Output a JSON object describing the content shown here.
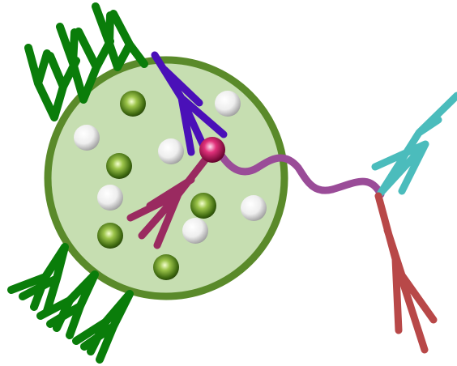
{
  "diagram": {
    "colors": {
      "background": "#ffffff",
      "cell_fill": "#c6deb1",
      "cell_outline": "#5a8a2a",
      "antibody_green": "#0a7d0a",
      "antibody_blue": "#4a10b8",
      "antibody_magenta": "#9a2a60",
      "antibody_teal": "#4bbcbc",
      "antibody_red": "#b84848",
      "linker_purple": "#9a4c98",
      "conjugate_bead": "#c0205a",
      "white_bead": "#f2f2f2",
      "green_bead": "#5a8a1a"
    },
    "components": [
      {
        "id": "cell",
        "shape": "circle",
        "color": "cell_fill"
      },
      {
        "id": "surface-antibodies",
        "shape": "y-antibody",
        "count": 6,
        "color": "antibody_green"
      },
      {
        "id": "inner-antibody-blue",
        "shape": "y-antibody",
        "count": 1,
        "color": "antibody_blue"
      },
      {
        "id": "inner-antibody-magenta",
        "shape": "y-antibody",
        "count": 1,
        "color": "antibody_magenta"
      },
      {
        "id": "white-beads",
        "shape": "sphere",
        "count": 6,
        "color": "white_bead"
      },
      {
        "id": "green-beads",
        "shape": "sphere",
        "count": 5,
        "color": "green_bead"
      },
      {
        "id": "conjugate-bead",
        "shape": "sphere",
        "count": 1,
        "color": "conjugate_bead"
      },
      {
        "id": "linker",
        "shape": "wavy-line",
        "color": "linker_purple"
      },
      {
        "id": "teal-antibody",
        "shape": "y-antibody",
        "count": 1,
        "color": "antibody_teal"
      },
      {
        "id": "red-antibody",
        "shape": "y-antibody",
        "count": 1,
        "color": "antibody_red"
      }
    ]
  }
}
